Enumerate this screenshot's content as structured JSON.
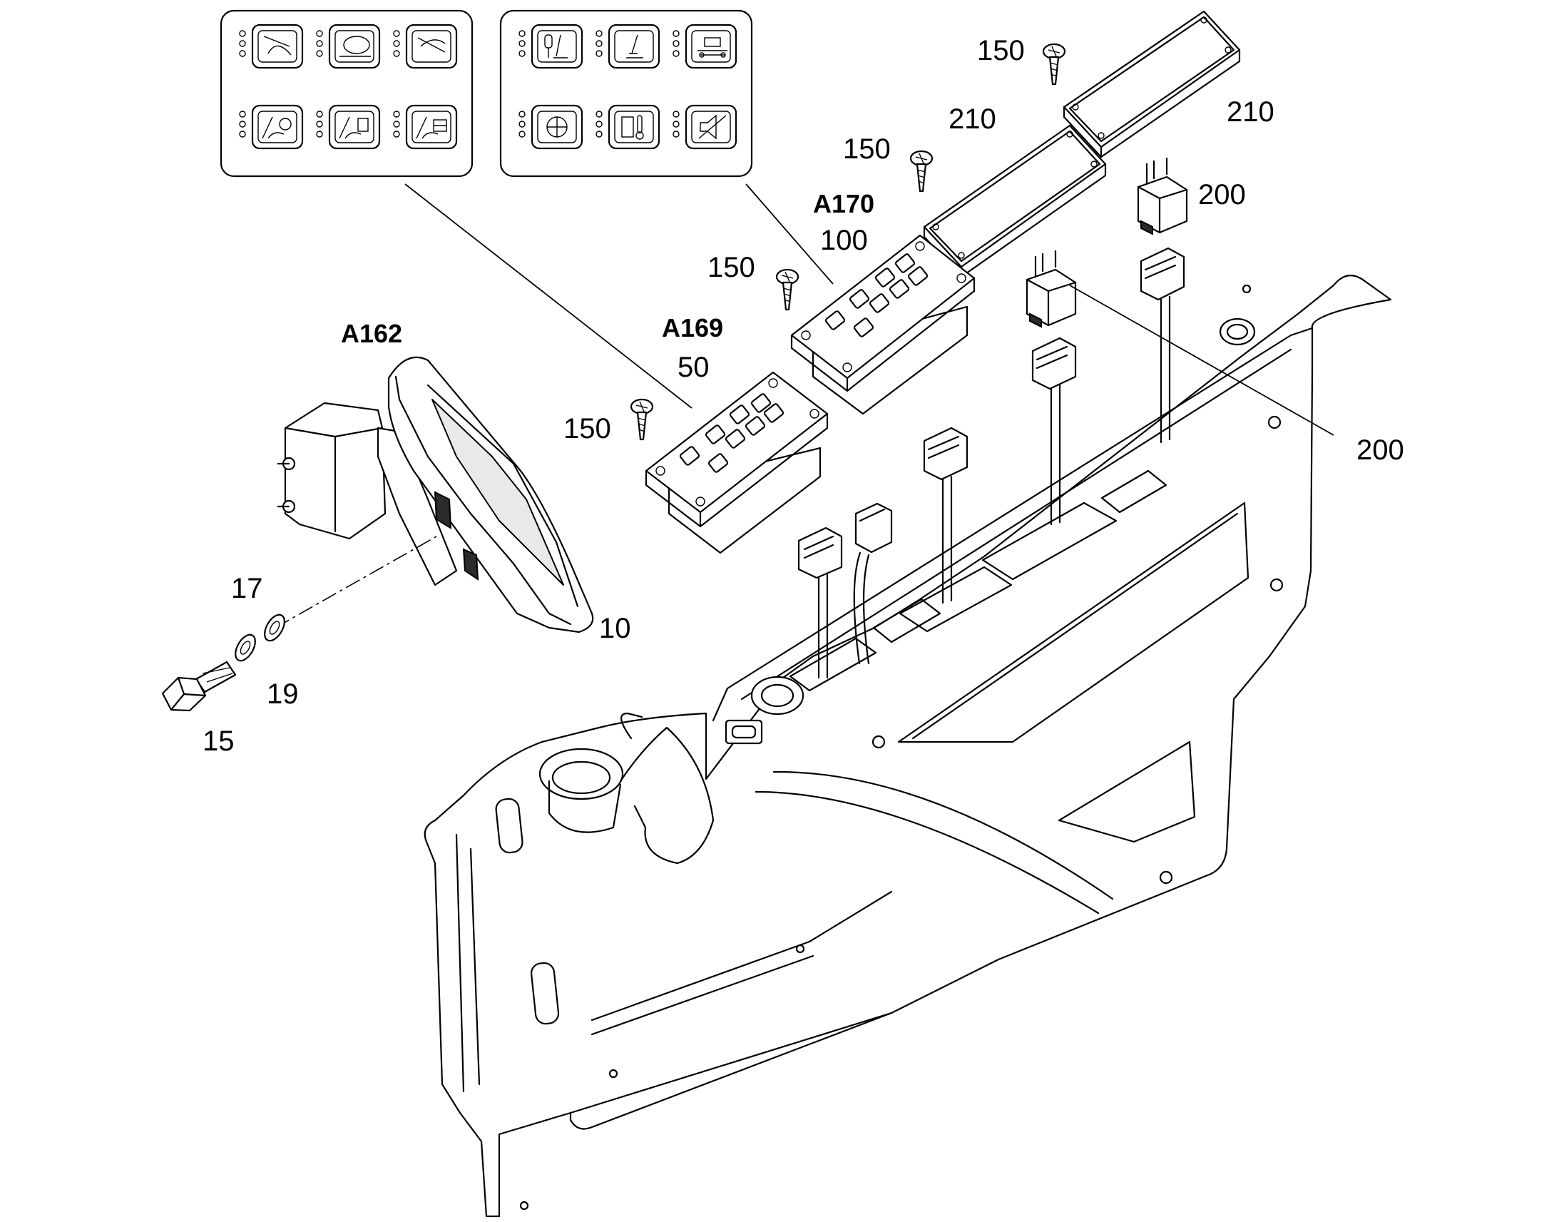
{
  "labels": {
    "a162": "A162",
    "a169": "A169",
    "a170": "A170",
    "n10": "10",
    "n15": "15",
    "n17": "17",
    "n19": "19",
    "n50": "50",
    "n100": "100",
    "n150_a": "150",
    "n150_b": "150",
    "n150_c": "150",
    "n150_d": "150",
    "n200_a": "200",
    "n200_b": "200",
    "n210_a": "210",
    "n210_b": "210"
  },
  "icon_panels": {
    "left": [
      "fan-icon",
      "disc-icon",
      "cone-icon",
      "wiper-front-icon",
      "wiper-washer-icon",
      "wiper-rear-icon"
    ],
    "right": [
      "joystick-pair-icon",
      "joystick-icon",
      "machine-icon",
      "fan-reverse-icon",
      "fuel-temp-icon",
      "horn-mute-icon"
    ]
  }
}
